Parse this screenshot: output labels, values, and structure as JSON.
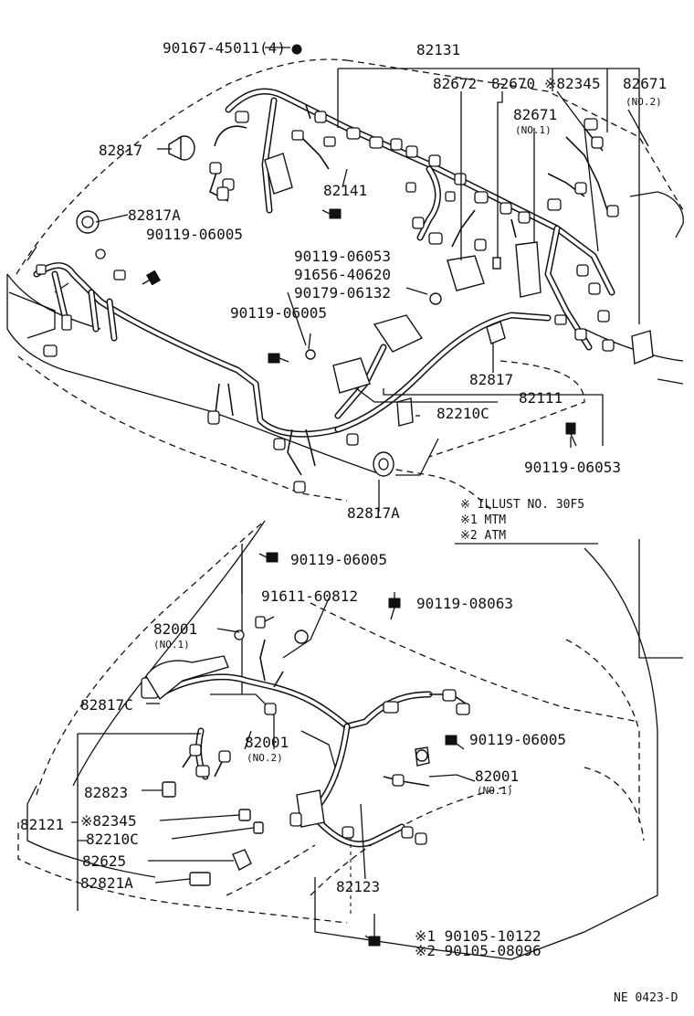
{
  "labels": {
    "p90167_45011": "90167-45011(4)",
    "p82131": "82131",
    "p82672": "82672",
    "p82670": "82670",
    "p82345_top": "※82345",
    "p82671": "82671",
    "p82671_no2_tag": "(NO.2)",
    "p82671_no1": "82671",
    "p82671_no1_tag": "(NO.1)",
    "p82817_top": "82817",
    "p82817A_top": "82817A",
    "p90119_06005_a": "90119-06005",
    "p82141": "82141",
    "p90119_06053_a": "90119-06053",
    "p91656_40620": "91656-40620",
    "p90179_06132": "90179-06132",
    "p90119_06005_b": "90119-06005",
    "p82817_mid": "82817",
    "p82111": "82111",
    "p82210C_top": "82210C",
    "p90119_06053_b": "90119-06053",
    "p82817A_bot": "82817A",
    "p90119_06005_c": "90119-06005",
    "p91611_60812": "91611-60812",
    "p90119_08063": "90119-08063",
    "p82001_a": "82001",
    "p82001_a_tag": "(NO.1)",
    "p82817C": "82817C",
    "p82001_b": "82001",
    "p82001_b_tag": "(NO.2)",
    "p90119_06005_d": "90119-06005",
    "p82001_c": "82001",
    "p82001_c_tag": "(NO.1)",
    "p82823": "82823",
    "p82121": "82121",
    "p82345_bot": "※82345",
    "p82210C_bot": "82210C",
    "p82625": "82625",
    "p82821A": "82821A",
    "p82123": "82123",
    "p90105_10122": "※1  90105-10122",
    "p90105_08096": "※2  90105-08096"
  },
  "legend": {
    "line1": "※  ILLUST NO. 30F5",
    "line2": "※1 MTM",
    "line3": "※2 ATM"
  },
  "footer": {
    "code": "NE 0423-D"
  }
}
